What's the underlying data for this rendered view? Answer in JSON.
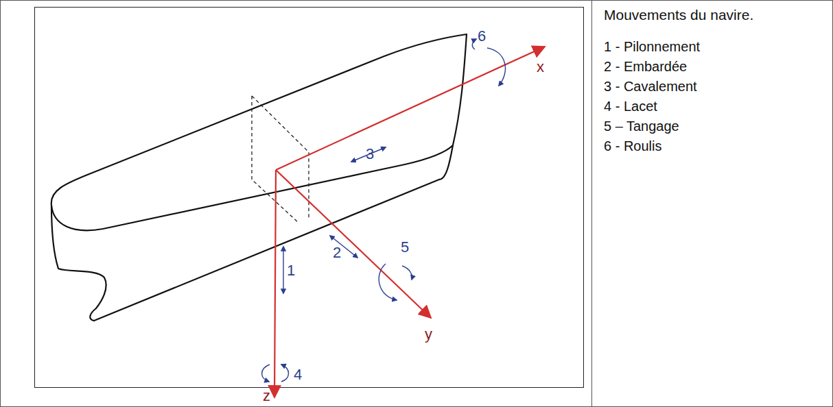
{
  "diagram": {
    "title": "Mouvements du navire.",
    "labels": [
      "1 - Pilonnement",
      "2 - Embardée",
      "3 - Cavalement",
      "4 - Lacet",
      "5 – Tangage",
      "6 - Roulis",
      "1",
      "2",
      "3",
      "4",
      "5",
      "6",
      "x",
      "y",
      "z"
    ]
  }
}
